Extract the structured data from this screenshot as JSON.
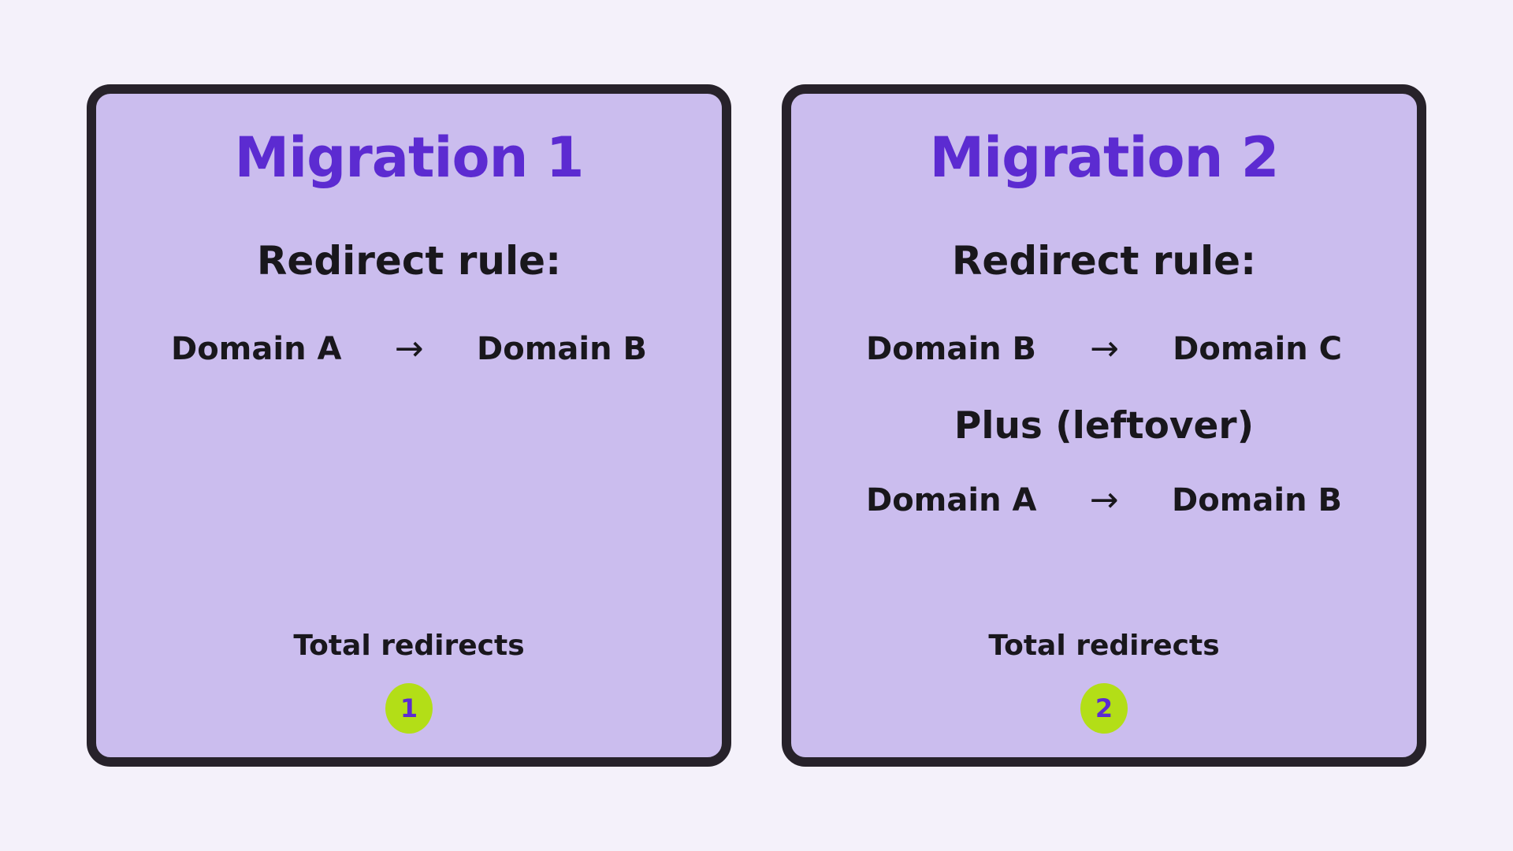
{
  "icons": {
    "arrow_right": "→"
  },
  "colors": {
    "page_background": "#f4f1fa",
    "card_fill": "#cbbdee",
    "card_border": "#27222a",
    "accent_purple": "#5c2bd1",
    "text_dark": "#19171c",
    "badge_green": "#b3de17"
  },
  "cards": [
    {
      "title": "Migration 1",
      "rule_heading": "Redirect rule:",
      "rule": {
        "from": "Domain A",
        "to": "Domain B"
      },
      "total_label": "Total redirects",
      "total_value": "1"
    },
    {
      "title": "Migration 2",
      "rule_heading": "Redirect rule:",
      "rule": {
        "from": "Domain B",
        "to": "Domain C"
      },
      "plus_heading": "Plus (leftover)",
      "leftover_rule": {
        "from": "Domain A",
        "to": "Domain B"
      },
      "total_label": "Total redirects",
      "total_value": "2"
    }
  ]
}
